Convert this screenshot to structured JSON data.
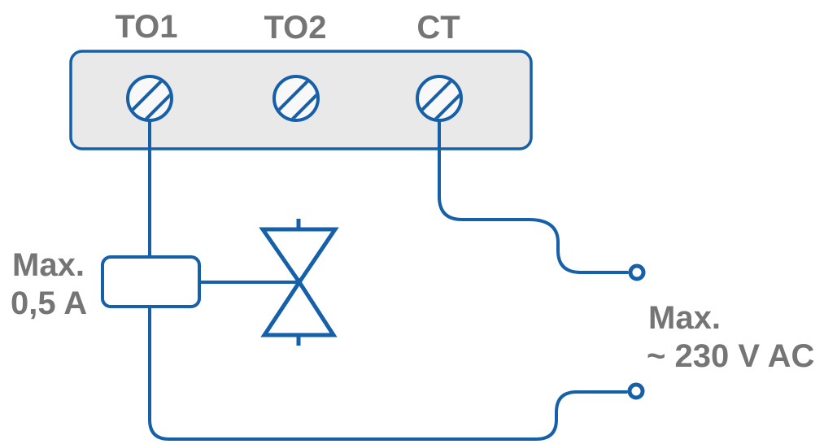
{
  "terminal_block": {
    "terminals": [
      {
        "label": "TO1"
      },
      {
        "label": "TO2"
      },
      {
        "label": "CT"
      }
    ]
  },
  "fuse": {
    "rating_line1": "Max.",
    "rating_line2": "0,5 A"
  },
  "mains": {
    "label_line1": "Max.",
    "label_line2": "~ 230 V AC"
  },
  "icons": {
    "screw_terminal": "circle-with-diagonal-slot",
    "fuse": "rounded-rectangle-on-wire",
    "valve": "hourglass-two-triangles",
    "connector": "open-circle-wire-end"
  },
  "colors": {
    "wire_blue": "#1560a8",
    "label_gray": "#757575",
    "block_fill": "#e9e9e9",
    "terminal_fill": "#f8f8f8",
    "fuse_fill": "#ffffff",
    "bg": "#ffffff"
  }
}
